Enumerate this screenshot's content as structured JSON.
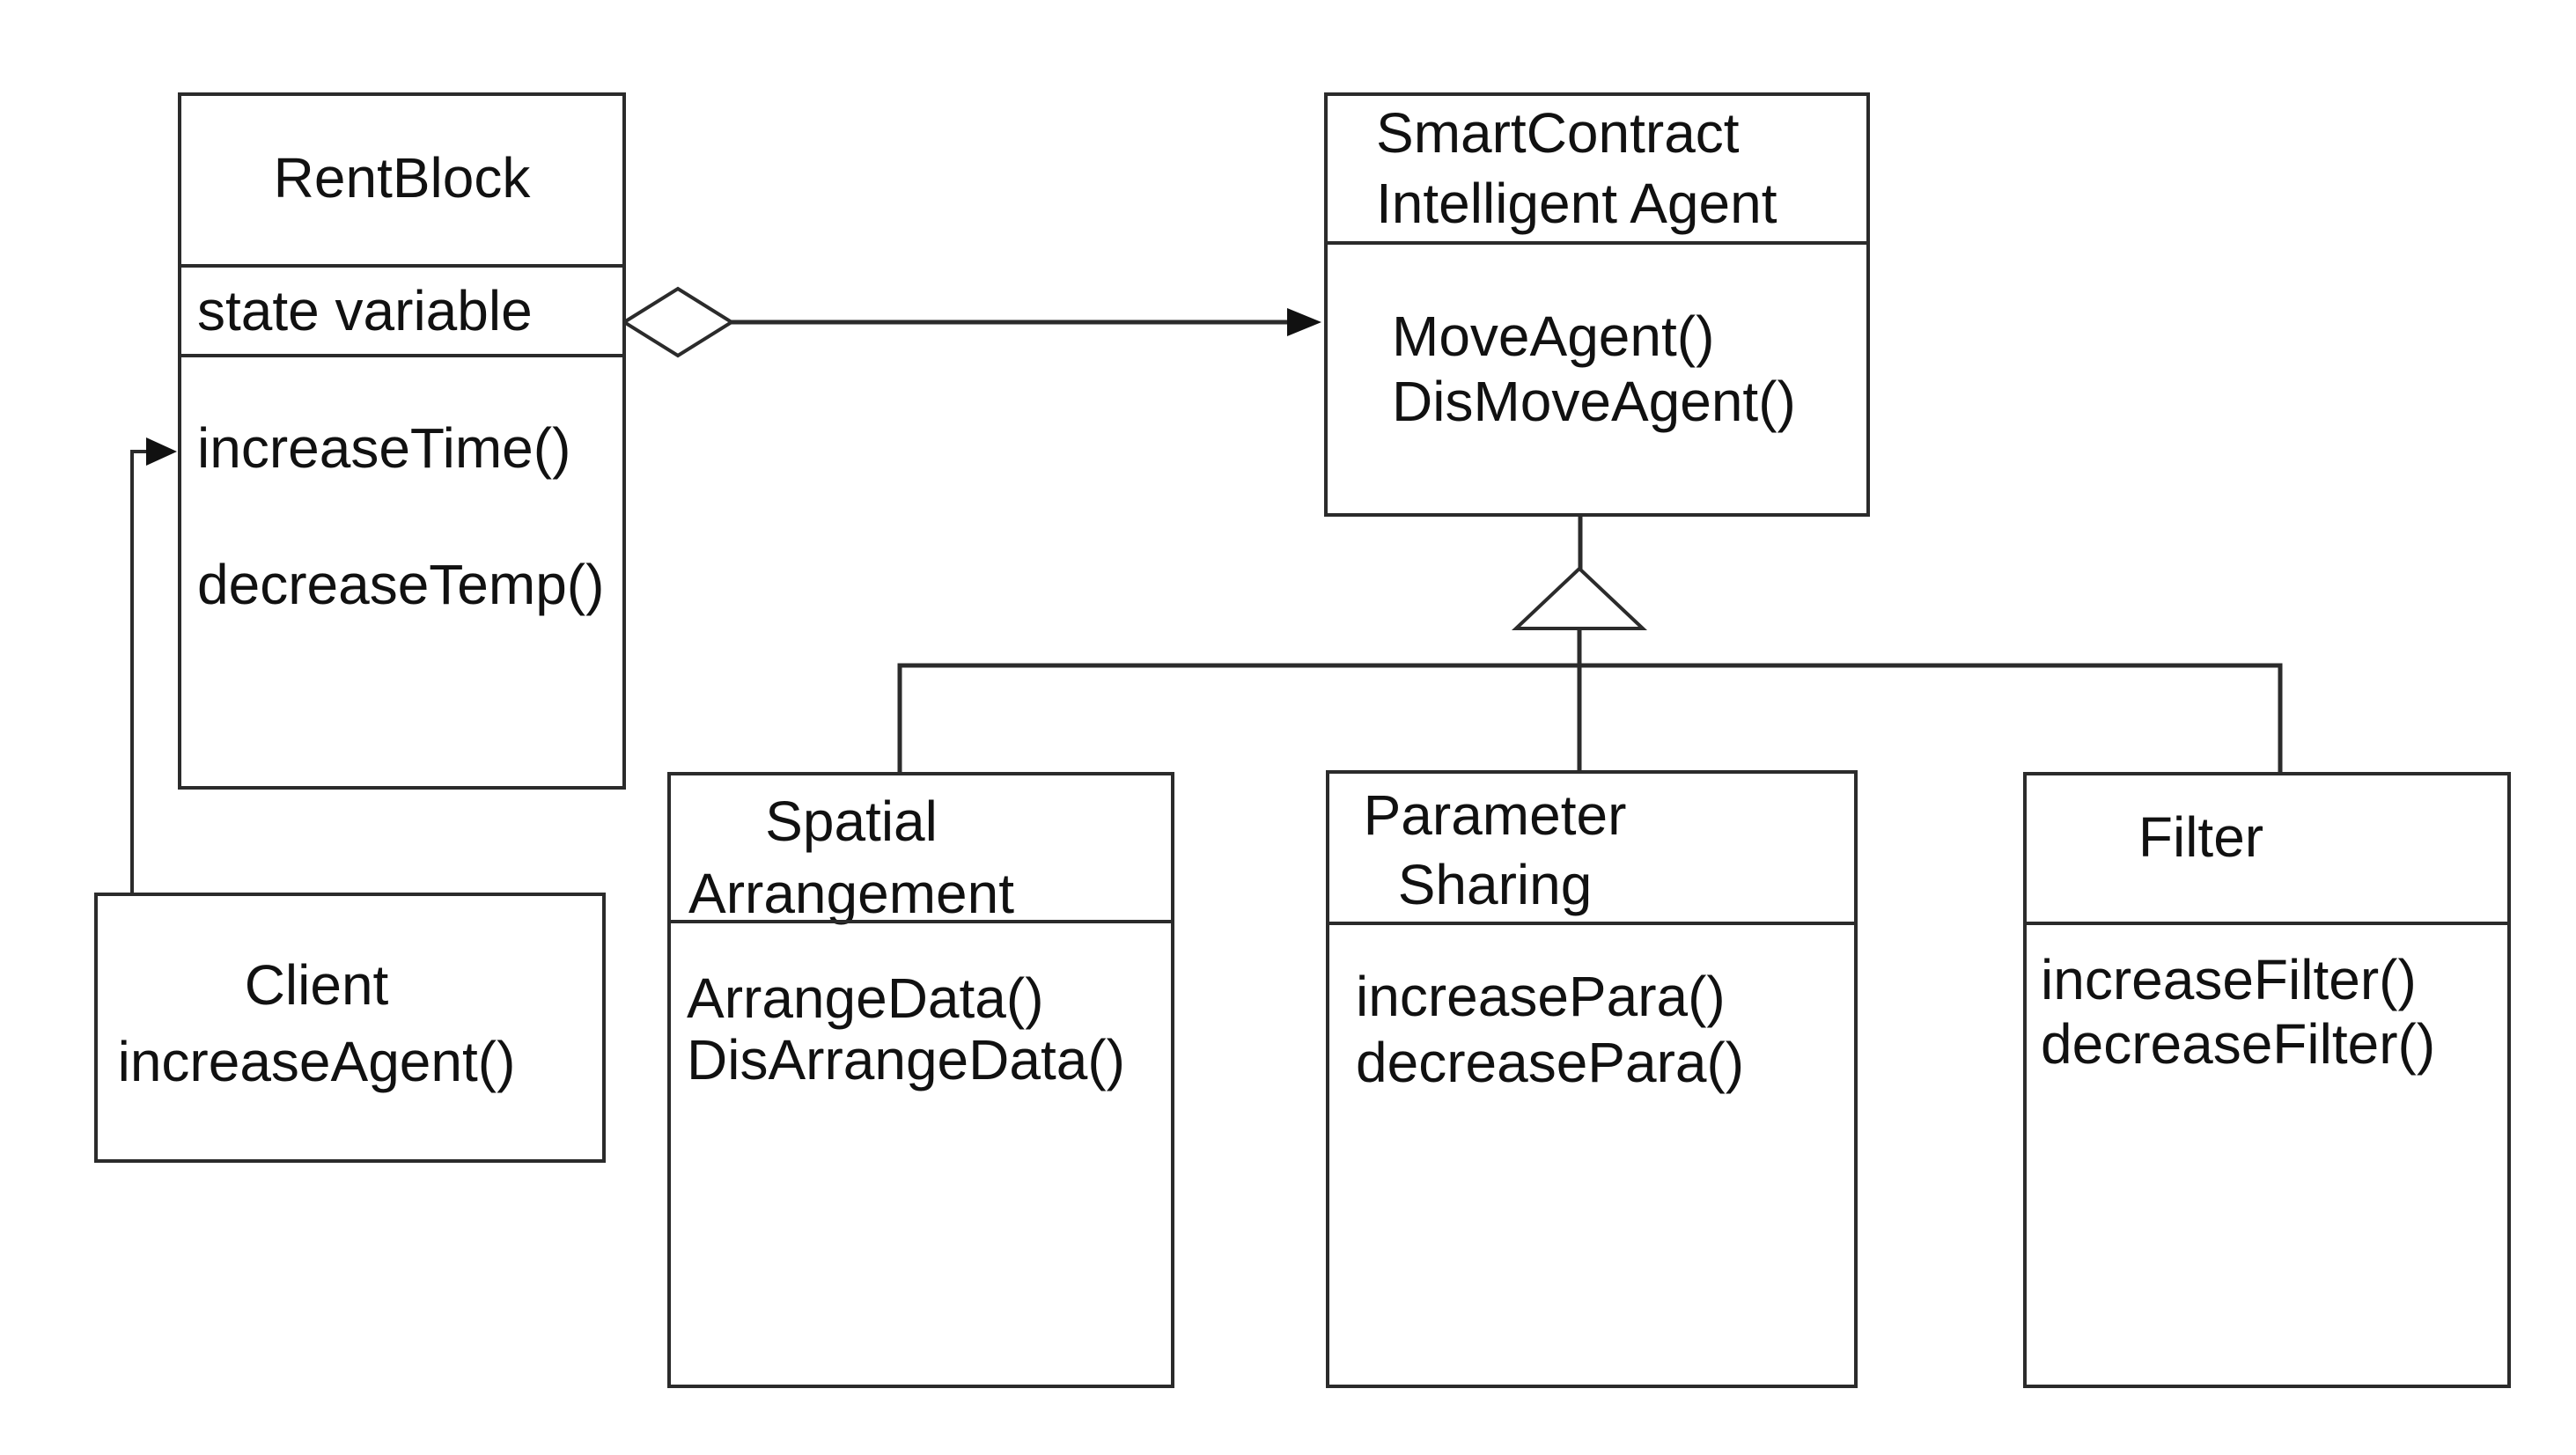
{
  "page": {
    "background": "#ffffff"
  },
  "colors": {
    "line": "#2b2b2b",
    "text": "#111111",
    "box_fill": "#ffffff"
  },
  "diagram": {
    "type": "uml-class-diagram",
    "classes": {
      "rentblock": {
        "title": "RentBlock",
        "attribute": "state variable",
        "method1": "increaseTime()",
        "method2": "decreaseTemp()"
      },
      "smart_contract_agent": {
        "title_line1": "SmartContract",
        "title_line2": "Intelligent Agent",
        "method1": "MoveAgent()",
        "method2": "DisMoveAgent()"
      },
      "client": {
        "title": "Client",
        "method1": "increaseAgent()"
      },
      "spatial_arrangement": {
        "title_line1": "Spatial",
        "title_line2": "Arrangement",
        "method1": "ArrangeData()",
        "method2": "DisArrangeData()"
      },
      "parameter_sharing": {
        "title_line1": "Parameter",
        "title_line2": "Sharing",
        "method1": "increasePara()",
        "method2": "decreasePara()"
      },
      "filter": {
        "title": "Filter",
        "method1": "increaseFilter()",
        "method2": "decreaseFilter()"
      }
    },
    "relationships": [
      {
        "type": "aggregation",
        "from": "RentBlock",
        "to": "SmartContract Intelligent Agent"
      },
      {
        "type": "generalization",
        "parent": "SmartContract Intelligent Agent",
        "children": [
          "Spatial Arrangement",
          "Parameter Sharing",
          "Filter"
        ]
      },
      {
        "type": "association",
        "from": "Client",
        "to": "RentBlock"
      }
    ]
  }
}
